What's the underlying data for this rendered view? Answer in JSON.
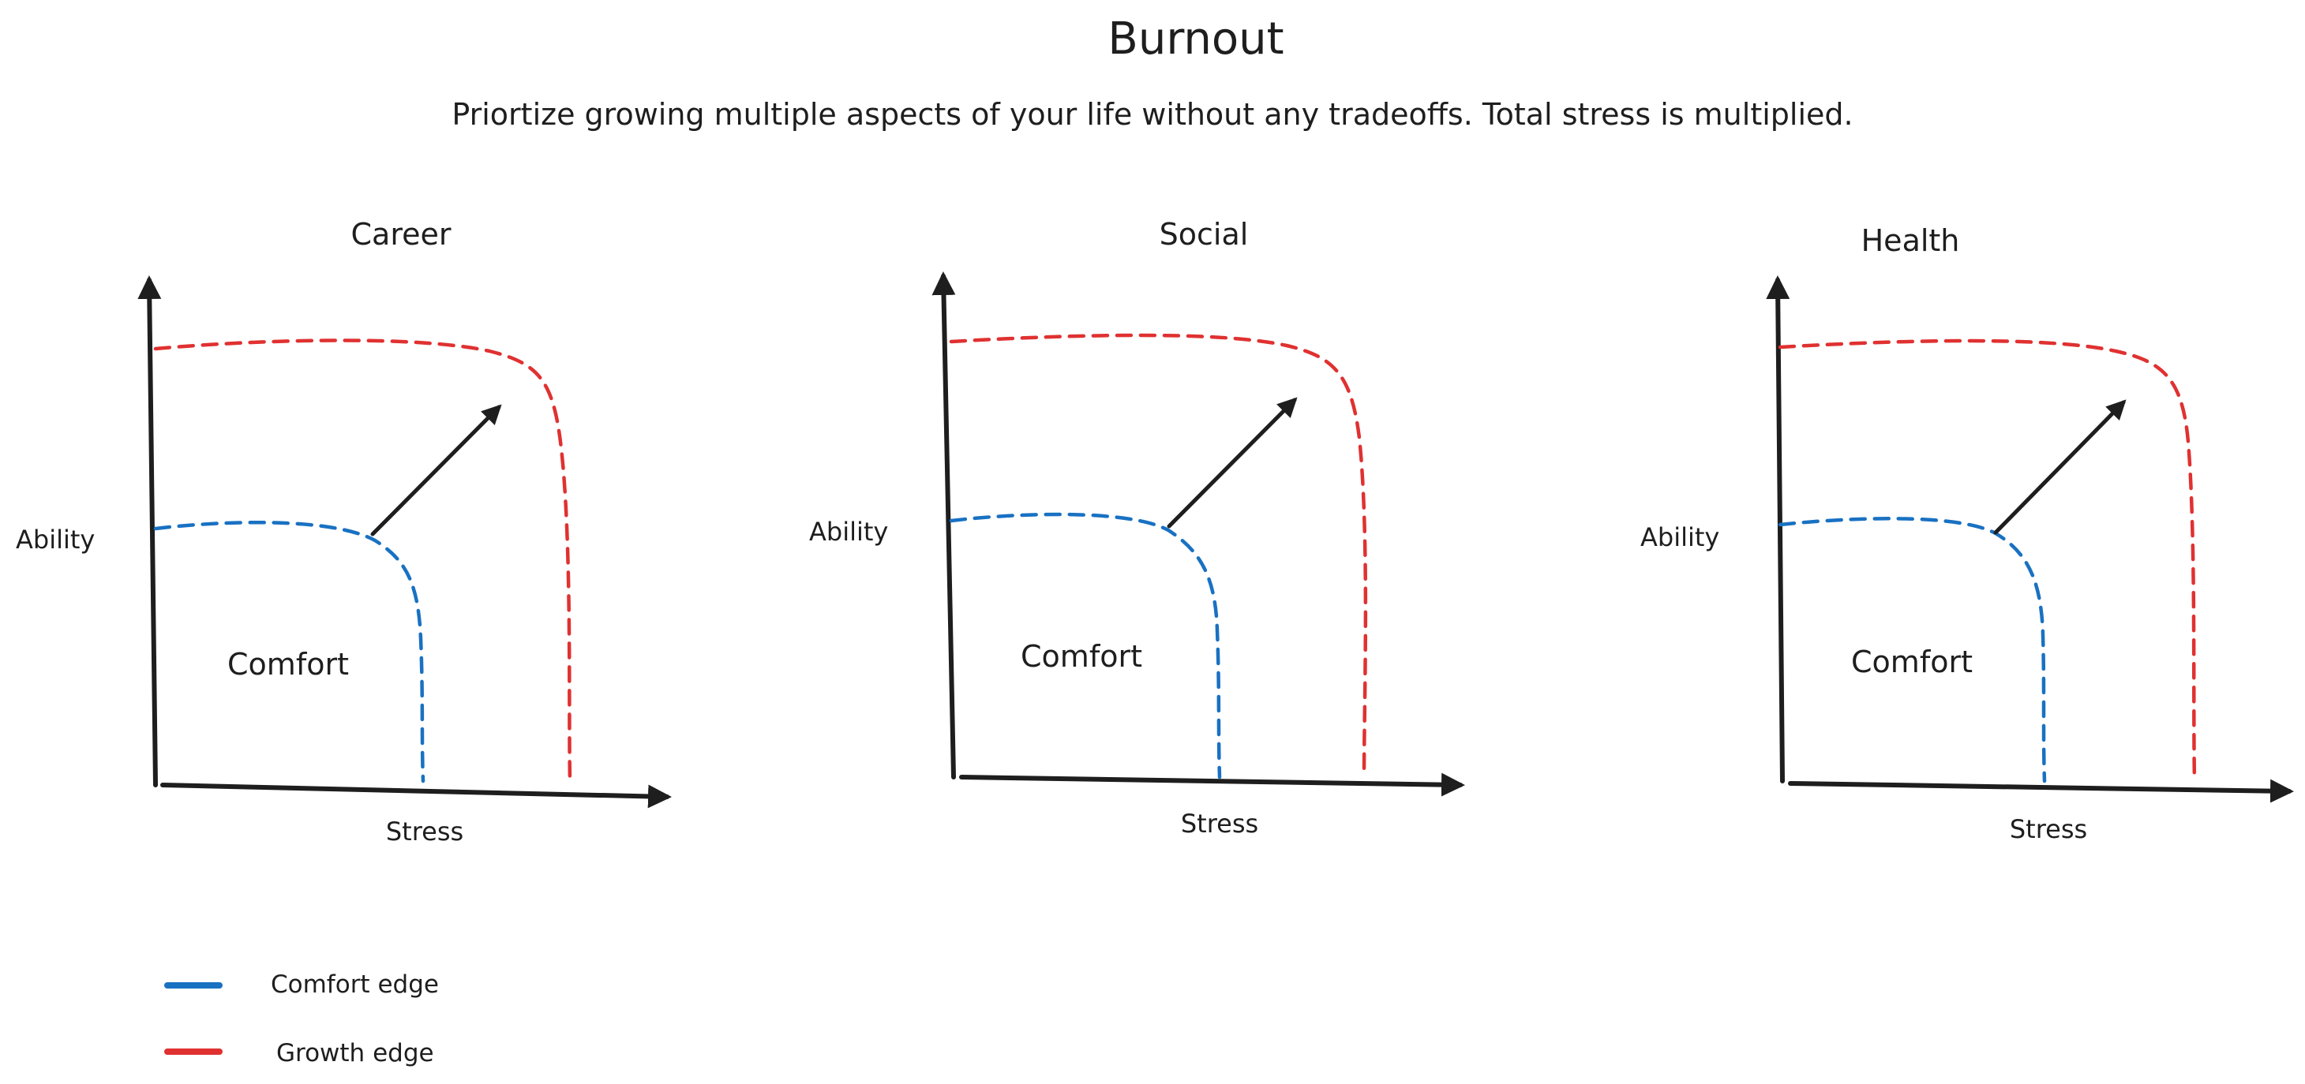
{
  "title": "Burnout",
  "subtitle": "Priortize growing multiple aspects of your life without any tradeoffs. Total stress is multiplied.",
  "colors": {
    "ink": "#1e1e1e",
    "comfort": "#1971c2",
    "growth": "#e03131"
  },
  "panels": [
    {
      "title": "Career",
      "y_label": "Ability",
      "x_label": "Stress",
      "region_label": "Comfort"
    },
    {
      "title": "Social",
      "y_label": "Ability",
      "x_label": "Stress",
      "region_label": "Comfort"
    },
    {
      "title": "Health",
      "y_label": "Ability",
      "x_label": "Stress",
      "region_label": "Comfort"
    }
  ],
  "legend": [
    {
      "label": "Comfort edge",
      "color": "#1971c2"
    },
    {
      "label": "Growth edge",
      "color": "#e03131"
    }
  ]
}
